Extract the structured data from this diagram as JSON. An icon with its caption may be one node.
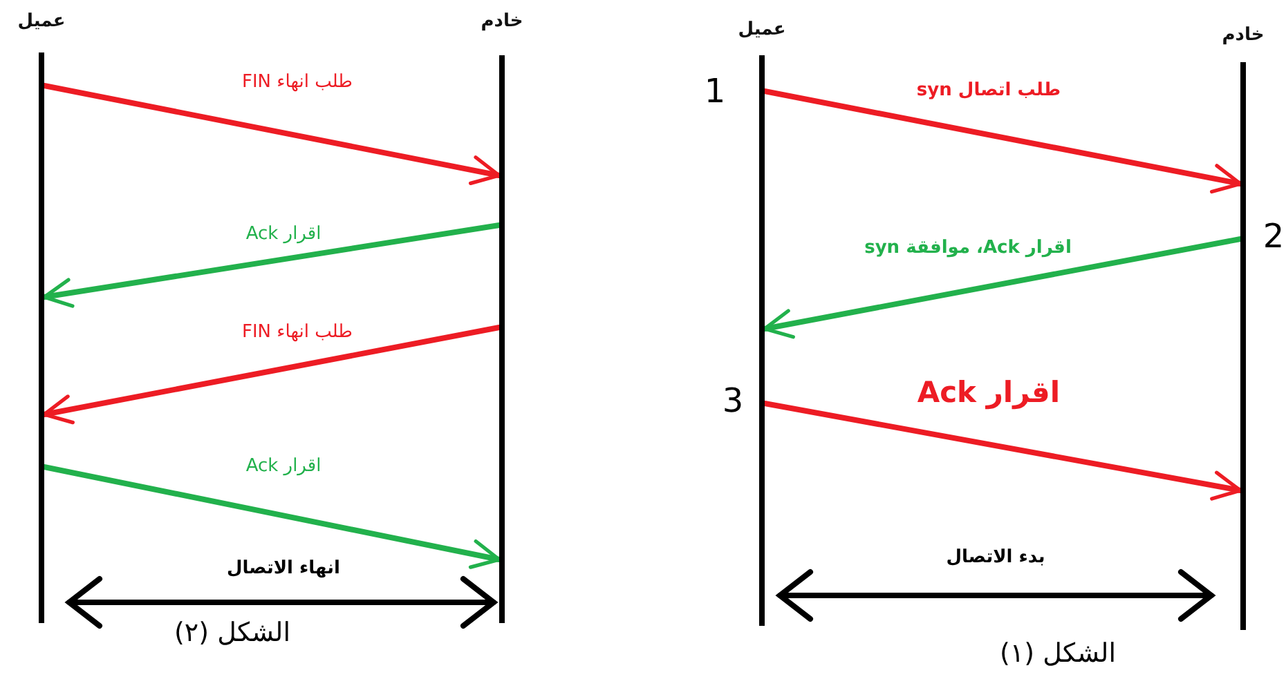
{
  "diagram": {
    "nodes": [
      {
        "text": [
          "عميل"
        ]
      },
      {
        "text": [
          "خادم"
        ]
      },
      {
        "text": [
          "عميل"
        ]
      },
      {
        "text": [
          "خادم"
        ]
      }
    ],
    "edges": [
      {
        "from": 0,
        "to": 1,
        "arrow": "to",
        "label": "طلب اتصال syn"
      },
      {
        "from": 1,
        "to": 0,
        "arrow": "to",
        "label": "اقرار Ack، موافقة syn",
        "color": "#22b14c"
      },
      {
        "from": 0,
        "to": 1,
        "arrow": "to",
        "label": "اقرار Ack"
      },
      {
        "from": 2,
        "to": 3,
        "arrow": "to",
        "label": "طلب انهاء FIN"
      },
      {
        "from": 3,
        "to": 2,
        "arrow": "to",
        "label": "اقرار Ack",
        "color": "#22b14c"
      },
      {
        "from": 3,
        "to": 2,
        "arrow": "to",
        "label": "طلب انهاء FIN"
      },
      {
        "from": 2,
        "to": 3,
        "arrow": "to",
        "label": "اقرار Ack",
        "color": "#22b14c"
      }
    ],
    "labels": [
      "1",
      "2",
      "3",
      "بدء الاتصال",
      "الشكل (١)",
      "انهاء الاتصال",
      "الشكل (٢)"
    ]
  }
}
